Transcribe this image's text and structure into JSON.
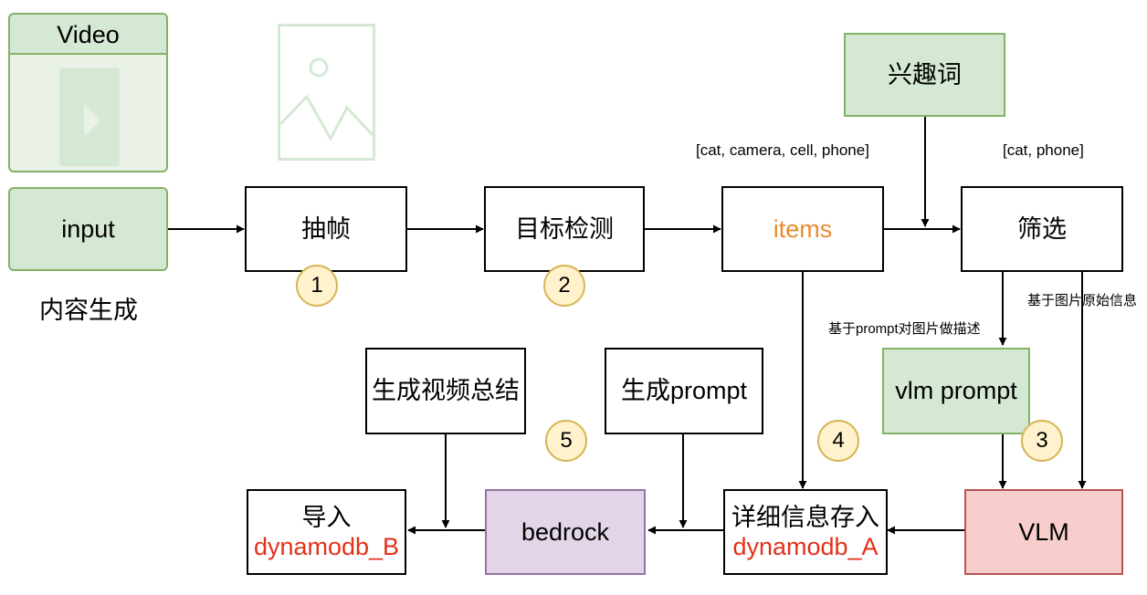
{
  "video_card": {
    "title": "Video"
  },
  "nodes": {
    "input": "input",
    "extract_frames": "抽帧",
    "object_detection": "目标检测",
    "items": "items",
    "interest_words": "兴趣词",
    "filter": "筛选",
    "vlm_prompt": "vlm prompt",
    "vlm": "VLM",
    "store_line1": "详细信息存入",
    "store_line2": "dynamodb_A",
    "bedrock": "bedrock",
    "import_line1": "导入",
    "import_line2": "dynamodb_B",
    "gen_summary": "生成视频总结",
    "gen_prompt": "生成prompt"
  },
  "labels": {
    "content_gen": "内容生成",
    "items_list": "[cat, camera, cell, phone]",
    "filtered_list": "[cat, phone]",
    "describe_by_prompt": "基于prompt对图片做描述",
    "based_on_original": "基于图片原始信息"
  },
  "steps": [
    "1",
    "2",
    "3",
    "4",
    "5"
  ],
  "colors": {
    "green_fill": "#d5e8d4",
    "green_stroke": "#82b366",
    "purple_fill": "#e1d5e7",
    "purple_stroke": "#9673a6",
    "red_fill": "#f8cecc",
    "red_stroke": "#b85450",
    "badge_fill": "#fff2cc",
    "badge_stroke": "#d6b656",
    "items_text": "#ea8a2e",
    "db_text": "#e3301a"
  },
  "icons": [
    "play-icon",
    "image-placeholder-icon"
  ]
}
